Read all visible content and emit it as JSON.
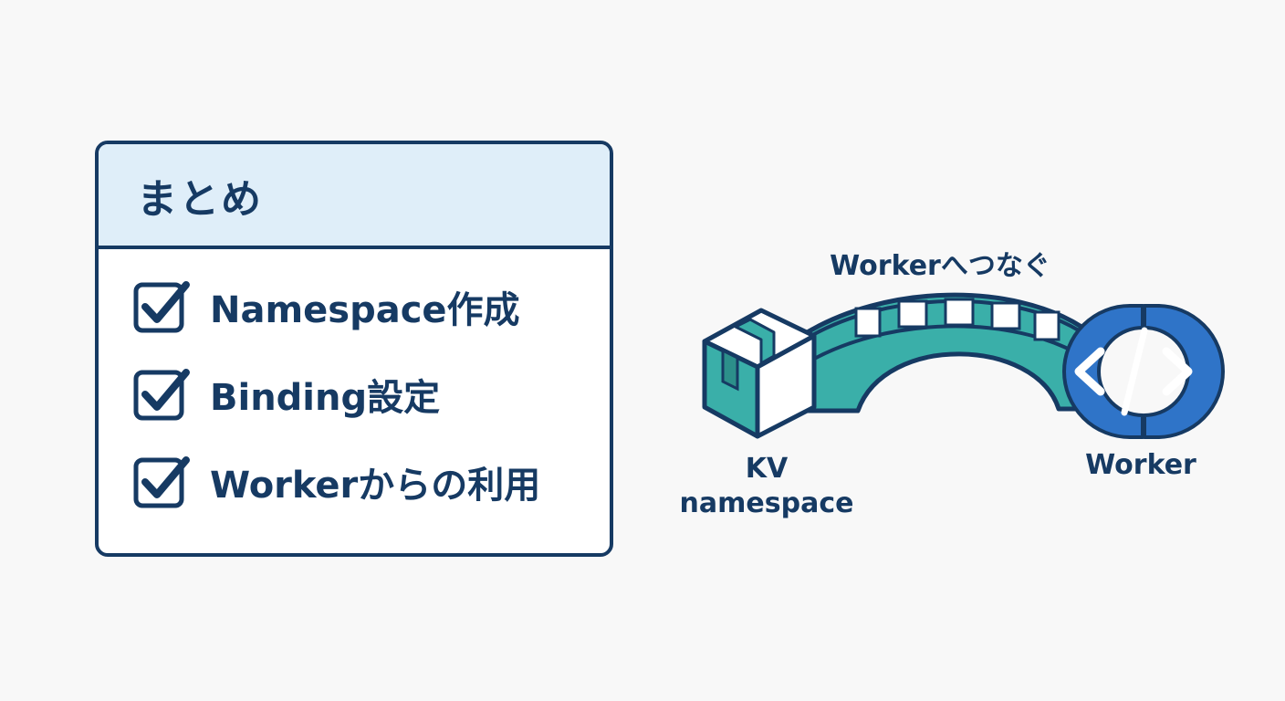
{
  "summary": {
    "title": "まとめ",
    "items": [
      {
        "label": "Namespace作成",
        "checked": true
      },
      {
        "label": "Binding設定",
        "checked": true
      },
      {
        "label": "Workerからの利用",
        "checked": true
      }
    ]
  },
  "diagram": {
    "bridge_label": "Workerへつなぐ",
    "kv_label_line1": "KV",
    "kv_label_line2": "namespace",
    "worker_label": "Worker"
  },
  "colors": {
    "navy": "#163a63",
    "header_bg": "#dfeef9",
    "teal": "#3aafa9",
    "worker_blue": "#2f74c8"
  }
}
